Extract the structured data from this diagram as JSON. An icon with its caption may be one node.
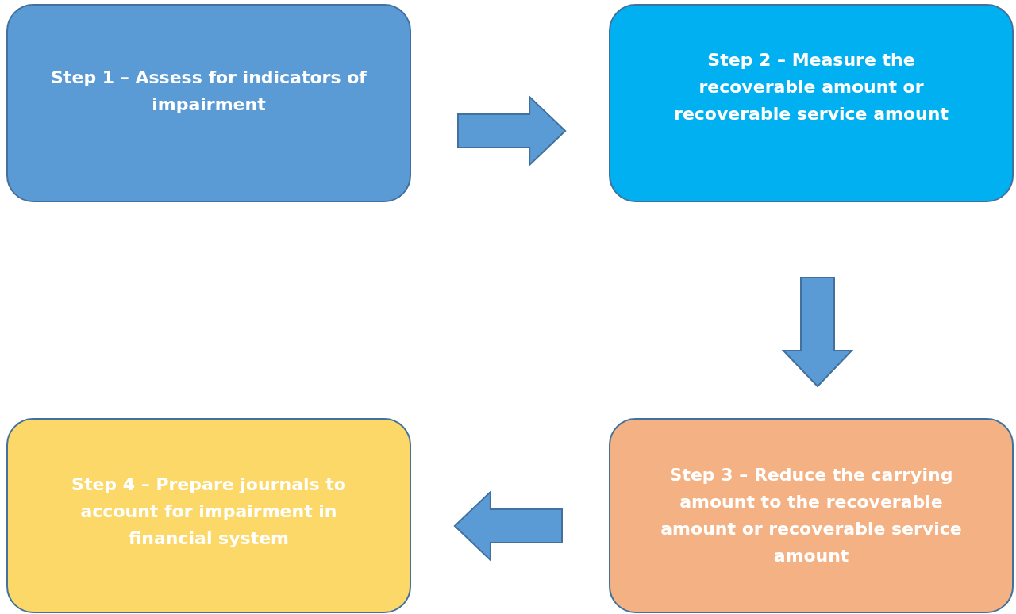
{
  "diagram": {
    "nodes": [
      {
        "text": [
          "Step 1 – Assess for indicators of impairment"
        ]
      },
      {
        "text": [
          "Step 2 – Measure the recoverable amount or recoverable service amount"
        ]
      },
      {
        "text": [
          "Step 3 – Reduce the carrying amount to the recoverable amount or recoverable service amount"
        ]
      },
      {
        "text": [
          "Step 4 – Prepare journals to account for impairment in financial system"
        ]
      }
    ],
    "edges": [
      {
        "from": 0,
        "to": 1,
        "arrow": "to"
      },
      {
        "from": 1,
        "to": 2,
        "arrow": "to"
      },
      {
        "from": 2,
        "to": 3,
        "arrow": "to"
      }
    ]
  }
}
